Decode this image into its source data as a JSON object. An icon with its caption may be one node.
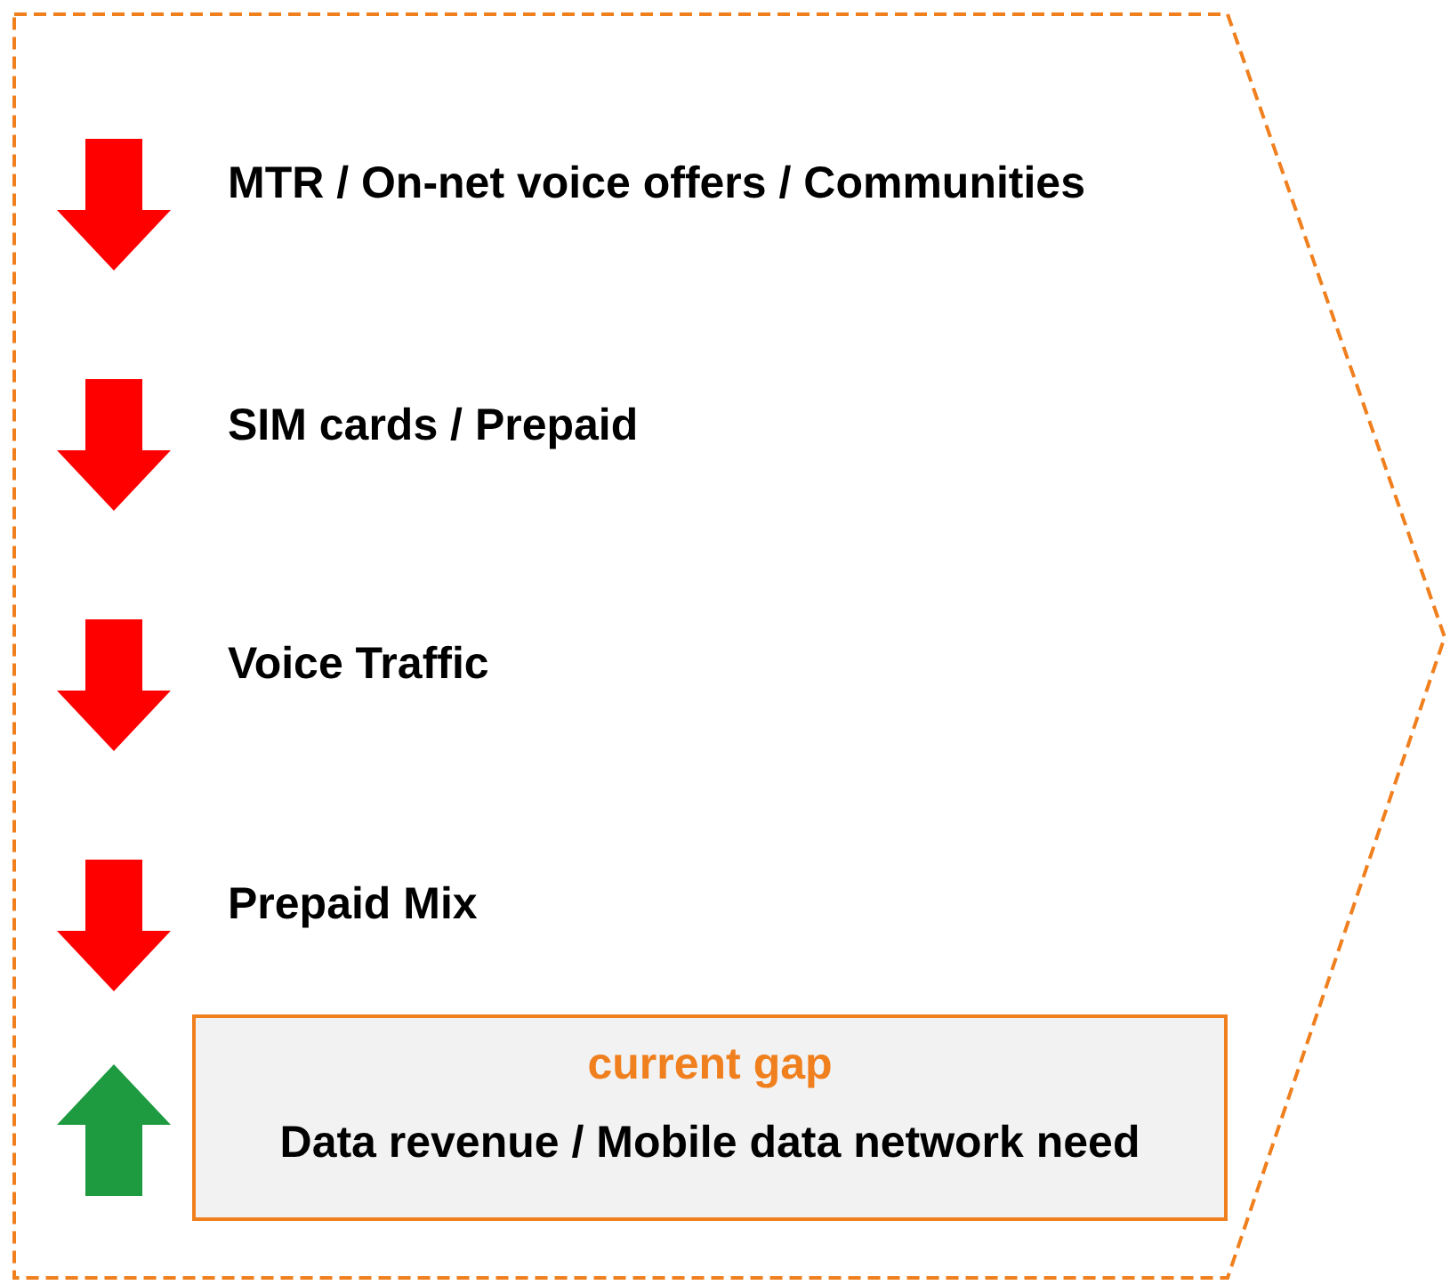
{
  "diagram": {
    "nodes": [
      {
        "text": [],
        "shape": "chevron"
      },
      {
        "text": [
          "current gap",
          "Data revenue / Mobile data network need"
        ],
        "in": 0
      }
    ],
    "edges": [],
    "labels": [
      "MTR / On-net voice offers / Communities",
      "SIM cards / Prepaid",
      "Voice Traffic",
      "Prepaid Mix"
    ]
  }
}
